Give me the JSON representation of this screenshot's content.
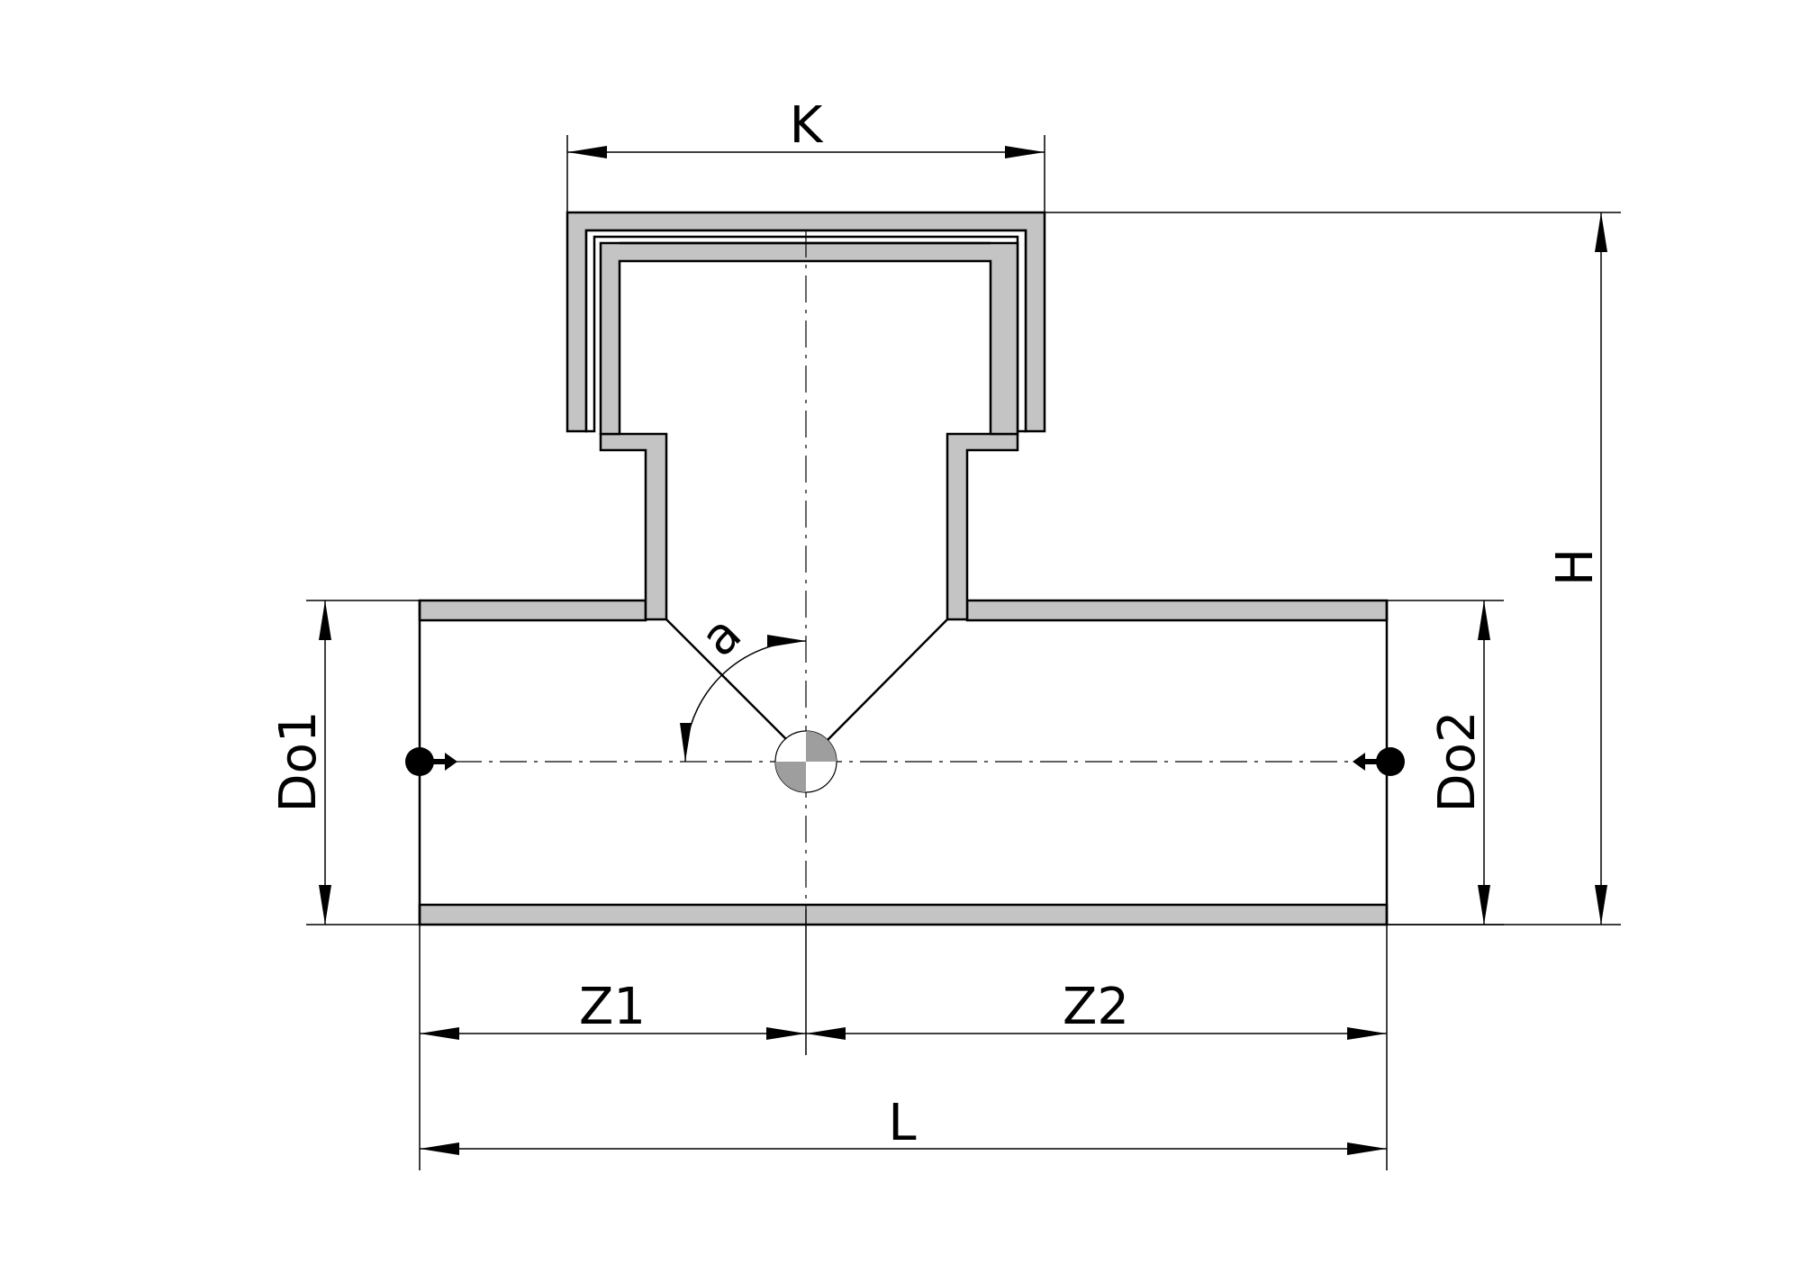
{
  "labels": {
    "k": "K",
    "h": "H",
    "do1": "Do1",
    "do2": "Do2",
    "z1": "Z1",
    "z2": "Z2",
    "l": "L",
    "angle": "a"
  },
  "colors": {
    "wall_fill": "#c4c4c4",
    "line": "#000000",
    "origin_mark": "#9e9e9e"
  }
}
